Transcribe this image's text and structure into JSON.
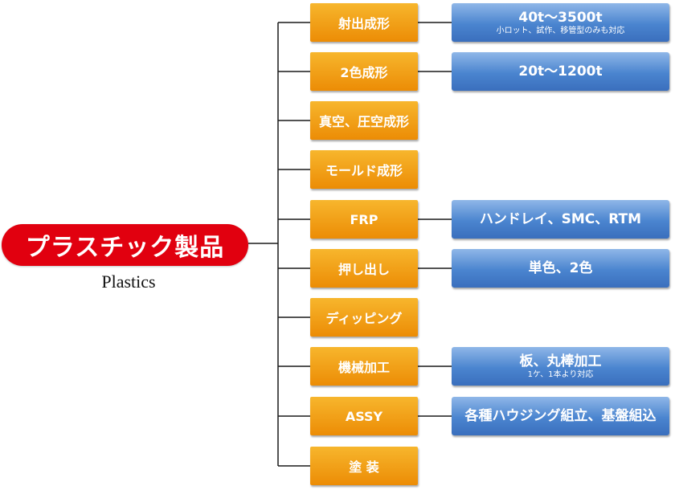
{
  "root": {
    "label": "プラスチック製品",
    "sublabel": "Plastics"
  },
  "categories": [
    {
      "label": "射出成形",
      "detail": {
        "main": "40t〜3500t",
        "sub": "小ロット、試作、移管型のみも対応"
      }
    },
    {
      "label": "2色成形",
      "detail": {
        "main": "20t〜1200t"
      }
    },
    {
      "label": "真空、圧空成形"
    },
    {
      "label": "モールド成形"
    },
    {
      "label": "FRP",
      "detail": {
        "main": "ハンドレイ、SMC、RTM"
      }
    },
    {
      "label": "押し出し",
      "detail": {
        "main": "単色、2色"
      }
    },
    {
      "label": "ディッピング"
    },
    {
      "label": "機械加工",
      "detail": {
        "main": "板、丸棒加工",
        "sub": "1ケ、1本より対応"
      }
    },
    {
      "label": "ASSY",
      "detail": {
        "main": "各種ハウジング組立、基盤組込"
      }
    },
    {
      "label": "塗 装"
    }
  ],
  "colors": {
    "root": "#e1000f",
    "category_box": "#f0a01c",
    "detail_box": "#4a84cf",
    "connector": "#1a1a1a"
  }
}
